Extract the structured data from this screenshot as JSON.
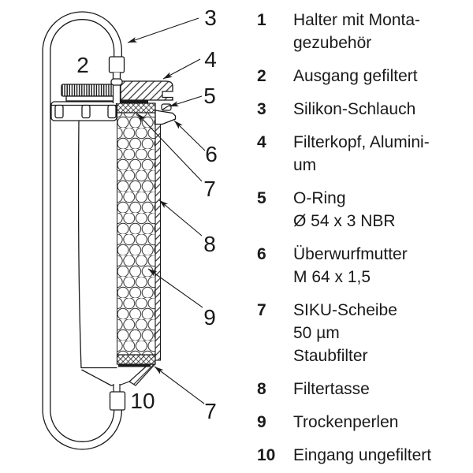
{
  "diagram": {
    "callouts": {
      "c2": "2",
      "c3": "3",
      "c4": "4",
      "c5": "5",
      "c6": "6",
      "c7_top": "7",
      "c8": "8",
      "c9": "9",
      "c10": "10",
      "c7_bottom": "7"
    },
    "ink": "#1a1a1a"
  },
  "legend": {
    "items": [
      {
        "num": "1",
        "lines": [
          "Halter mit Monta-",
          "gezubehör"
        ]
      },
      {
        "num": "2",
        "lines": [
          "Ausgang gefiltert"
        ]
      },
      {
        "num": "3",
        "lines": [
          "Silikon-Schlauch"
        ]
      },
      {
        "num": "4",
        "lines": [
          "Filterkopf, Alumini-",
          "um"
        ]
      },
      {
        "num": "5",
        "lines": [
          "O-Ring",
          "Ø 54 x 3 NBR"
        ]
      },
      {
        "num": "6",
        "lines": [
          "Überwurfmutter",
          "M 64 x 1,5"
        ]
      },
      {
        "num": "7",
        "lines": [
          "SIKU-Scheibe",
          "50 µm",
          "Staubfilter"
        ]
      },
      {
        "num": "8",
        "lines": [
          "Filtertasse"
        ]
      },
      {
        "num": "9",
        "lines": [
          "Trockenperlen"
        ]
      },
      {
        "num": "10",
        "lines": [
          "Eingang ungefiltert"
        ]
      }
    ]
  }
}
